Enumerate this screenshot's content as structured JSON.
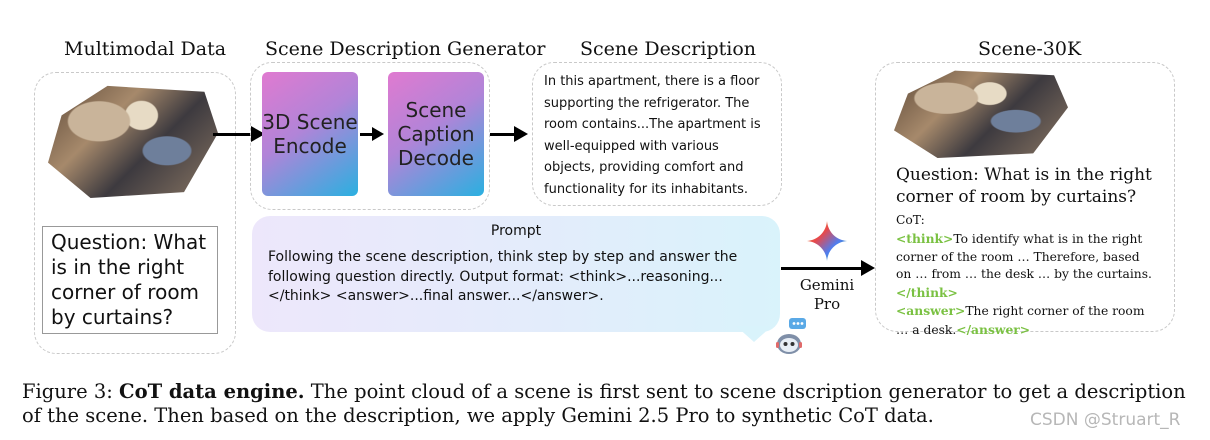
{
  "headings": {
    "multimodal": "Multimodal Data",
    "generator": "Scene Description Generator",
    "description": "Scene Description",
    "scene30k": "Scene-30K"
  },
  "multimodal": {
    "question": "Question: What is in the right corner of room by curtains?"
  },
  "generator": {
    "encode_label": "3D Scene Encode",
    "decode_label": "Scene Caption Decode"
  },
  "description": {
    "text": "In this apartment, there is a floor supporting the refrigerator. The room contains...The apartment is well-equipped with various objects, providing comfort and functionality for its inhabitants."
  },
  "prompt": {
    "title": "Prompt",
    "text": "Following the scene description, think step by step and answer the following question directly. Output format: <think>...reasoning...</think> <answer>...final answer...</answer>."
  },
  "model": {
    "label": "Gemini Pro"
  },
  "scene30k": {
    "question": "Question: What is in the right corner of room by curtains?",
    "cot_label": "CoT:",
    "think_open": "<think>",
    "think_text": "To identify what is in the right corner of the room … Therefore, based on … from … the desk … by the curtains.",
    "think_close": "</think>",
    "answer_open": "<answer>",
    "answer_text": "The right corner of the room … a desk.",
    "answer_close": "</answer>"
  },
  "caption": {
    "prefix": "Figure 3: ",
    "bold": "CoT data engine.",
    "text": " The point cloud of a scene is first sent to scene dscription generator to get a description of the scene. Then based on the description, we apply Gemini 2.5 Pro to synthetic CoT data."
  },
  "watermark": "CSDN @Struart_R"
}
